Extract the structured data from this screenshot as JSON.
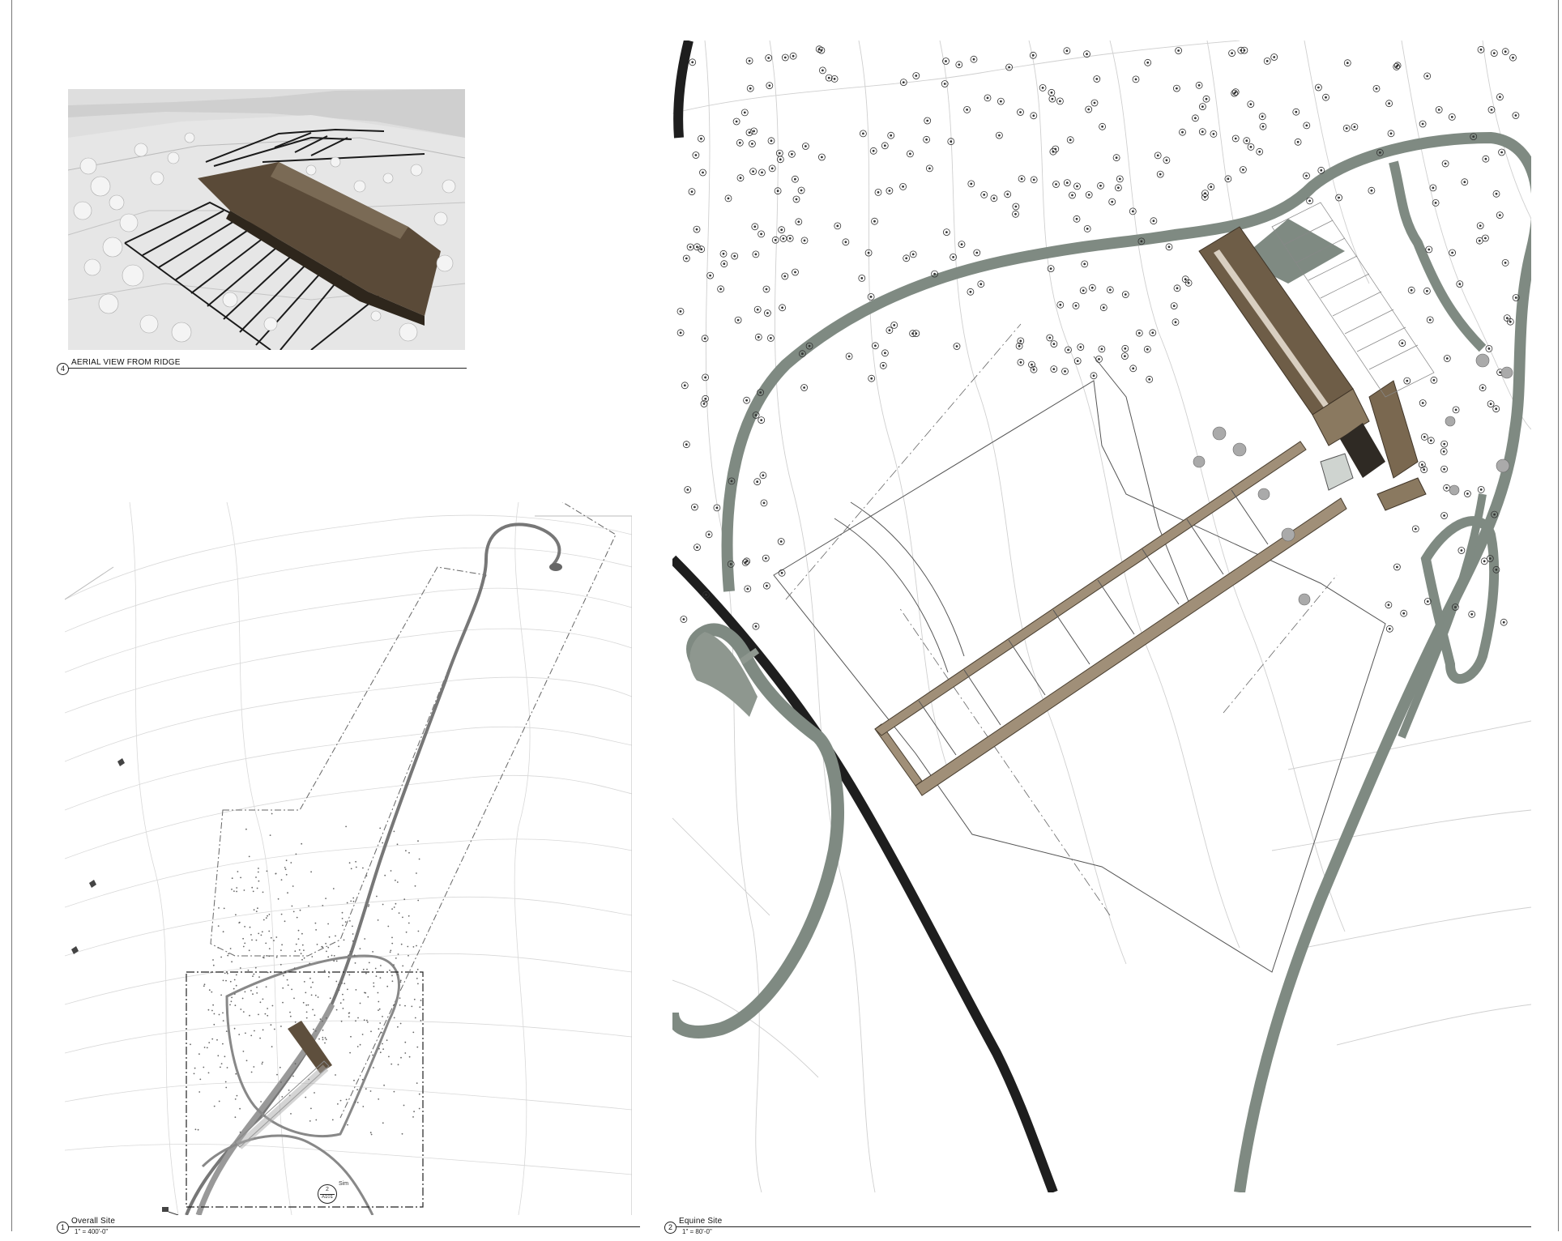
{
  "views": {
    "aerial": {
      "number": "4",
      "title": "AERIAL VIEW FROM RIDGE"
    },
    "overall": {
      "number": "1",
      "title": "Overall Site",
      "scale": "1\" = 400'-0\""
    },
    "equine": {
      "number": "2",
      "title": "Equine Site",
      "scale": "1\" = 80'-0\""
    }
  },
  "callout": {
    "top": "2",
    "bottom": "A101",
    "note": "Sim"
  },
  "colors": {
    "road_fill": "#7f8a82",
    "road_edge": "#505a53",
    "barn_roof": "#6a5a45",
    "barn_dark": "#3f3427",
    "highway": "#1e1e1e",
    "contour": "#c9c9c9",
    "tree": "#4a4a4a"
  }
}
